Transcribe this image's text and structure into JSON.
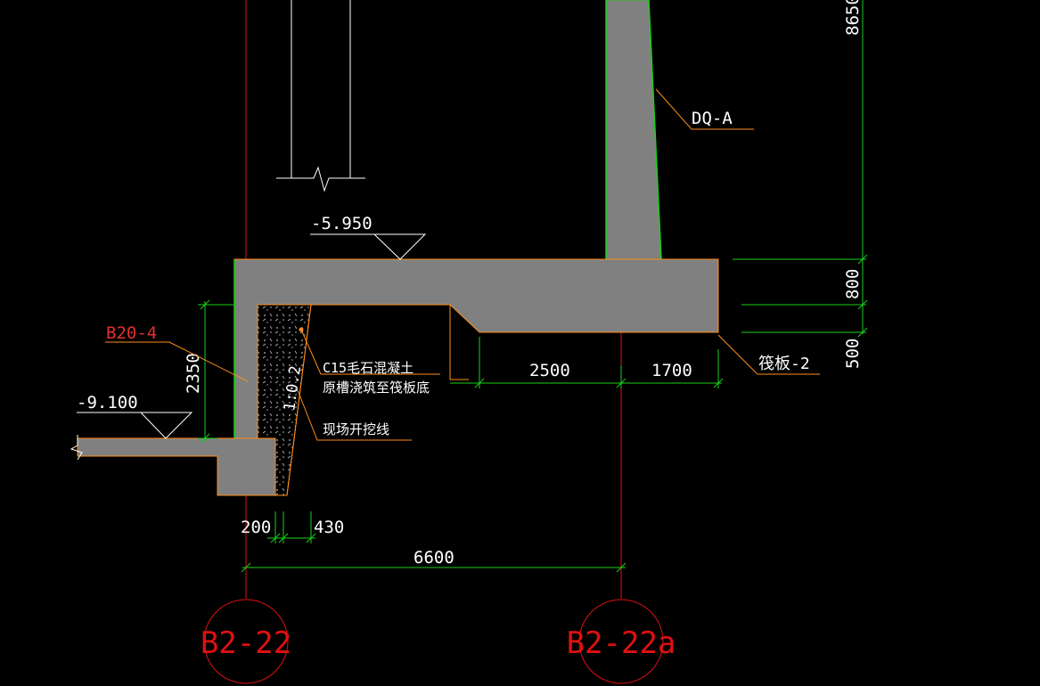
{
  "colors": {
    "background": "#000000",
    "concrete": "#808080",
    "axis": "#e01010",
    "dimension": "#18d018",
    "outline": "#ff8c1a",
    "text": "#ffffff",
    "tag": "#e03030"
  },
  "elevations": {
    "top_slab": "-5.950",
    "lower_level": "-9.100"
  },
  "labels": {
    "wall": "DQ-A",
    "raft": "筏板-2",
    "beam": "B20-4",
    "fill_line1": "C15毛石混凝土",
    "fill_line2": "原槽浇筑至筏板底",
    "excavation": "现场开挖线",
    "slope": "1:0.2"
  },
  "dimensions": {
    "vertical_top": "8650",
    "slab_thickness": "800",
    "step": "500",
    "beam_height": "2350",
    "slab_span_left": "2500",
    "slab_span_right": "1700",
    "wall_width": "200",
    "fill_width": "430",
    "axis_span": "6600"
  },
  "axes": {
    "left": "B2-22",
    "right": "B2-22a"
  }
}
